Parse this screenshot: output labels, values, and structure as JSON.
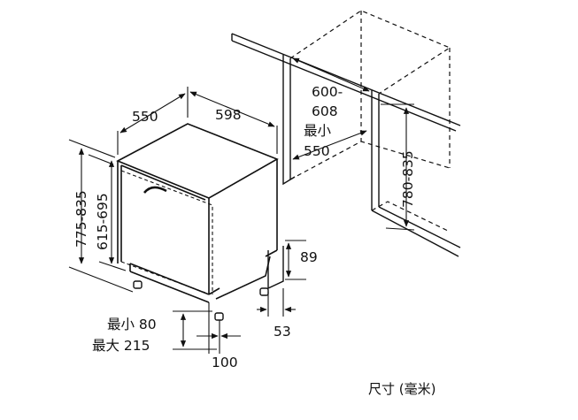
{
  "labels": {
    "depth_550": "550",
    "width_598": "598",
    "niche_width_line1": "600-",
    "niche_width_line2": "608",
    "niche_min_label": "最小",
    "niche_depth_550": "550",
    "niche_height": "780-835",
    "total_height": "775-835",
    "door_height": "615-695",
    "plinth_89": "89",
    "plinth_53": "53",
    "min_80": "最小 80",
    "max_215": "最大 215",
    "foot_100": "100",
    "caption": "尺寸 (毫米)"
  }
}
